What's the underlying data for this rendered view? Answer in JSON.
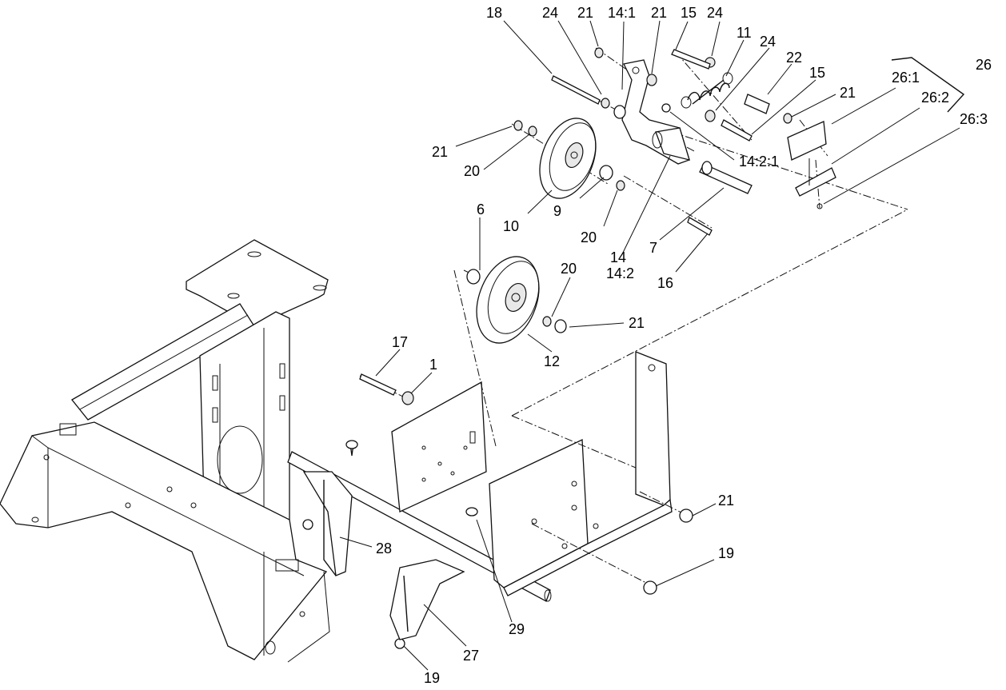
{
  "callouts": {
    "c18": "18",
    "c24a": "24",
    "c21a": "21",
    "c14_1": "14:1",
    "c21b": "21",
    "c15a": "15",
    "c24b": "24",
    "c11": "11",
    "c24c": "24",
    "c22": "22",
    "c26": "26",
    "c15b": "15",
    "c21c": "21",
    "c26_1": "26:1",
    "c26_2": "26:2",
    "c26_3": "26:3",
    "c21d": "21",
    "c20a": "20",
    "c14_2_1": "14:2:1",
    "c10": "10",
    "c9": "9",
    "c20b": "20",
    "c14": "14",
    "c14_2": "14:2",
    "c7": "7",
    "c16": "16",
    "c6": "6",
    "c20c": "20",
    "c21e": "21",
    "c12": "12",
    "c17": "17",
    "c1": "1",
    "c21f": "21",
    "c28": "28",
    "c19a": "19",
    "c29": "29",
    "c27": "27",
    "c19b": "19"
  }
}
